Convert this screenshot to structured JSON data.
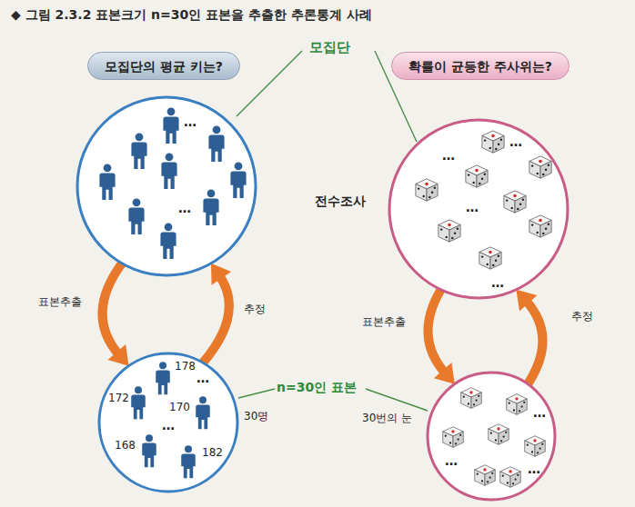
{
  "diagram": {
    "title": "◆ 그림 2.3.2 표본크기 n=30인 표본을 추출한 추론통계 사례",
    "nodes": [
      {
        "text": [
          "모집단의 평균 키는?"
        ]
      },
      {
        "text": [
          "확률이 균등한 주사위는?"
        ]
      },
      {
        "text": [
          "…",
          "…"
        ]
      },
      {
        "text": [
          "…",
          "…",
          "…",
          "…"
        ]
      },
      {
        "text": [
          "178",
          "172",
          "170",
          "…",
          "…",
          "168",
          "182",
          "30명"
        ]
      },
      {
        "text": [
          "30번의 눈",
          "…",
          "…",
          "…"
        ]
      }
    ],
    "edges": [
      {
        "from": 2,
        "to": 4,
        "arrow": "to",
        "label": "표본추출"
      },
      {
        "from": 4,
        "to": 2,
        "arrow": "to",
        "label": "추정"
      },
      {
        "from": 3,
        "to": 5,
        "arrow": "to",
        "label": "표본추출"
      },
      {
        "from": 5,
        "to": 3,
        "arrow": "to",
        "label": "추정"
      }
    ],
    "labels": [
      "모집단",
      "전수조사",
      "n=30인 표본"
    ]
  }
}
